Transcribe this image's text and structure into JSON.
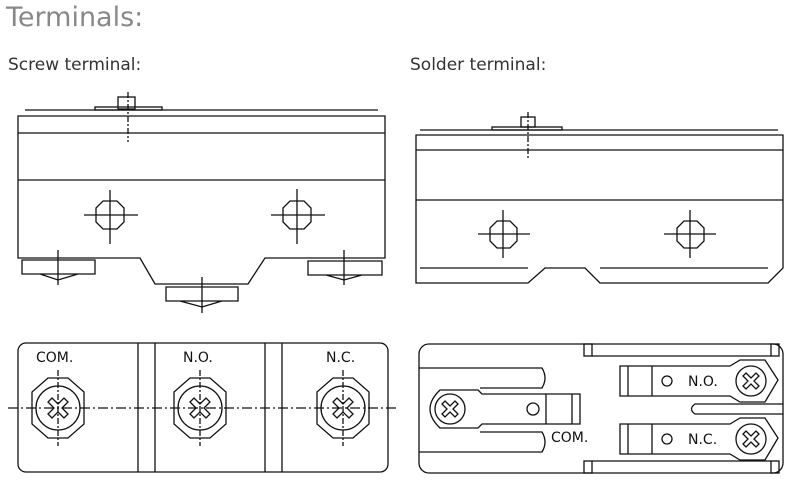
{
  "title": "Terminals:",
  "screw": {
    "label": "Screw terminal:",
    "terminals": [
      "COM.",
      "N.O.",
      "N.C."
    ]
  },
  "solder": {
    "label": "Solder terminal:",
    "terminals": [
      "COM.",
      "N.O.",
      "N.C."
    ]
  }
}
